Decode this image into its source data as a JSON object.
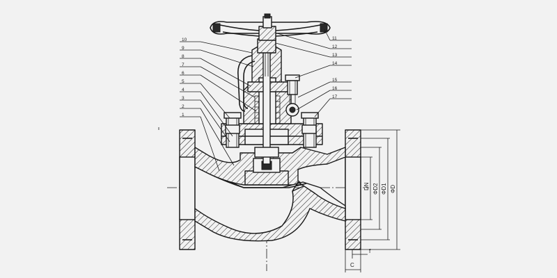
{
  "part_labels_left": [
    "10",
    "9",
    "8",
    "7",
    "6",
    "5",
    "4",
    "3",
    "2",
    "1"
  ],
  "part_labels_right": [
    "11",
    "12",
    "13",
    "14",
    "15",
    "16",
    "17"
  ],
  "dimension_labels": {
    "dn": "DN",
    "d2": "ΦD2",
    "d1": "ΦD1",
    "d": "ΦD",
    "f": "f",
    "c": "C"
  },
  "colors": {
    "background": "#f2f2f2",
    "line": "#1a1a1a"
  }
}
